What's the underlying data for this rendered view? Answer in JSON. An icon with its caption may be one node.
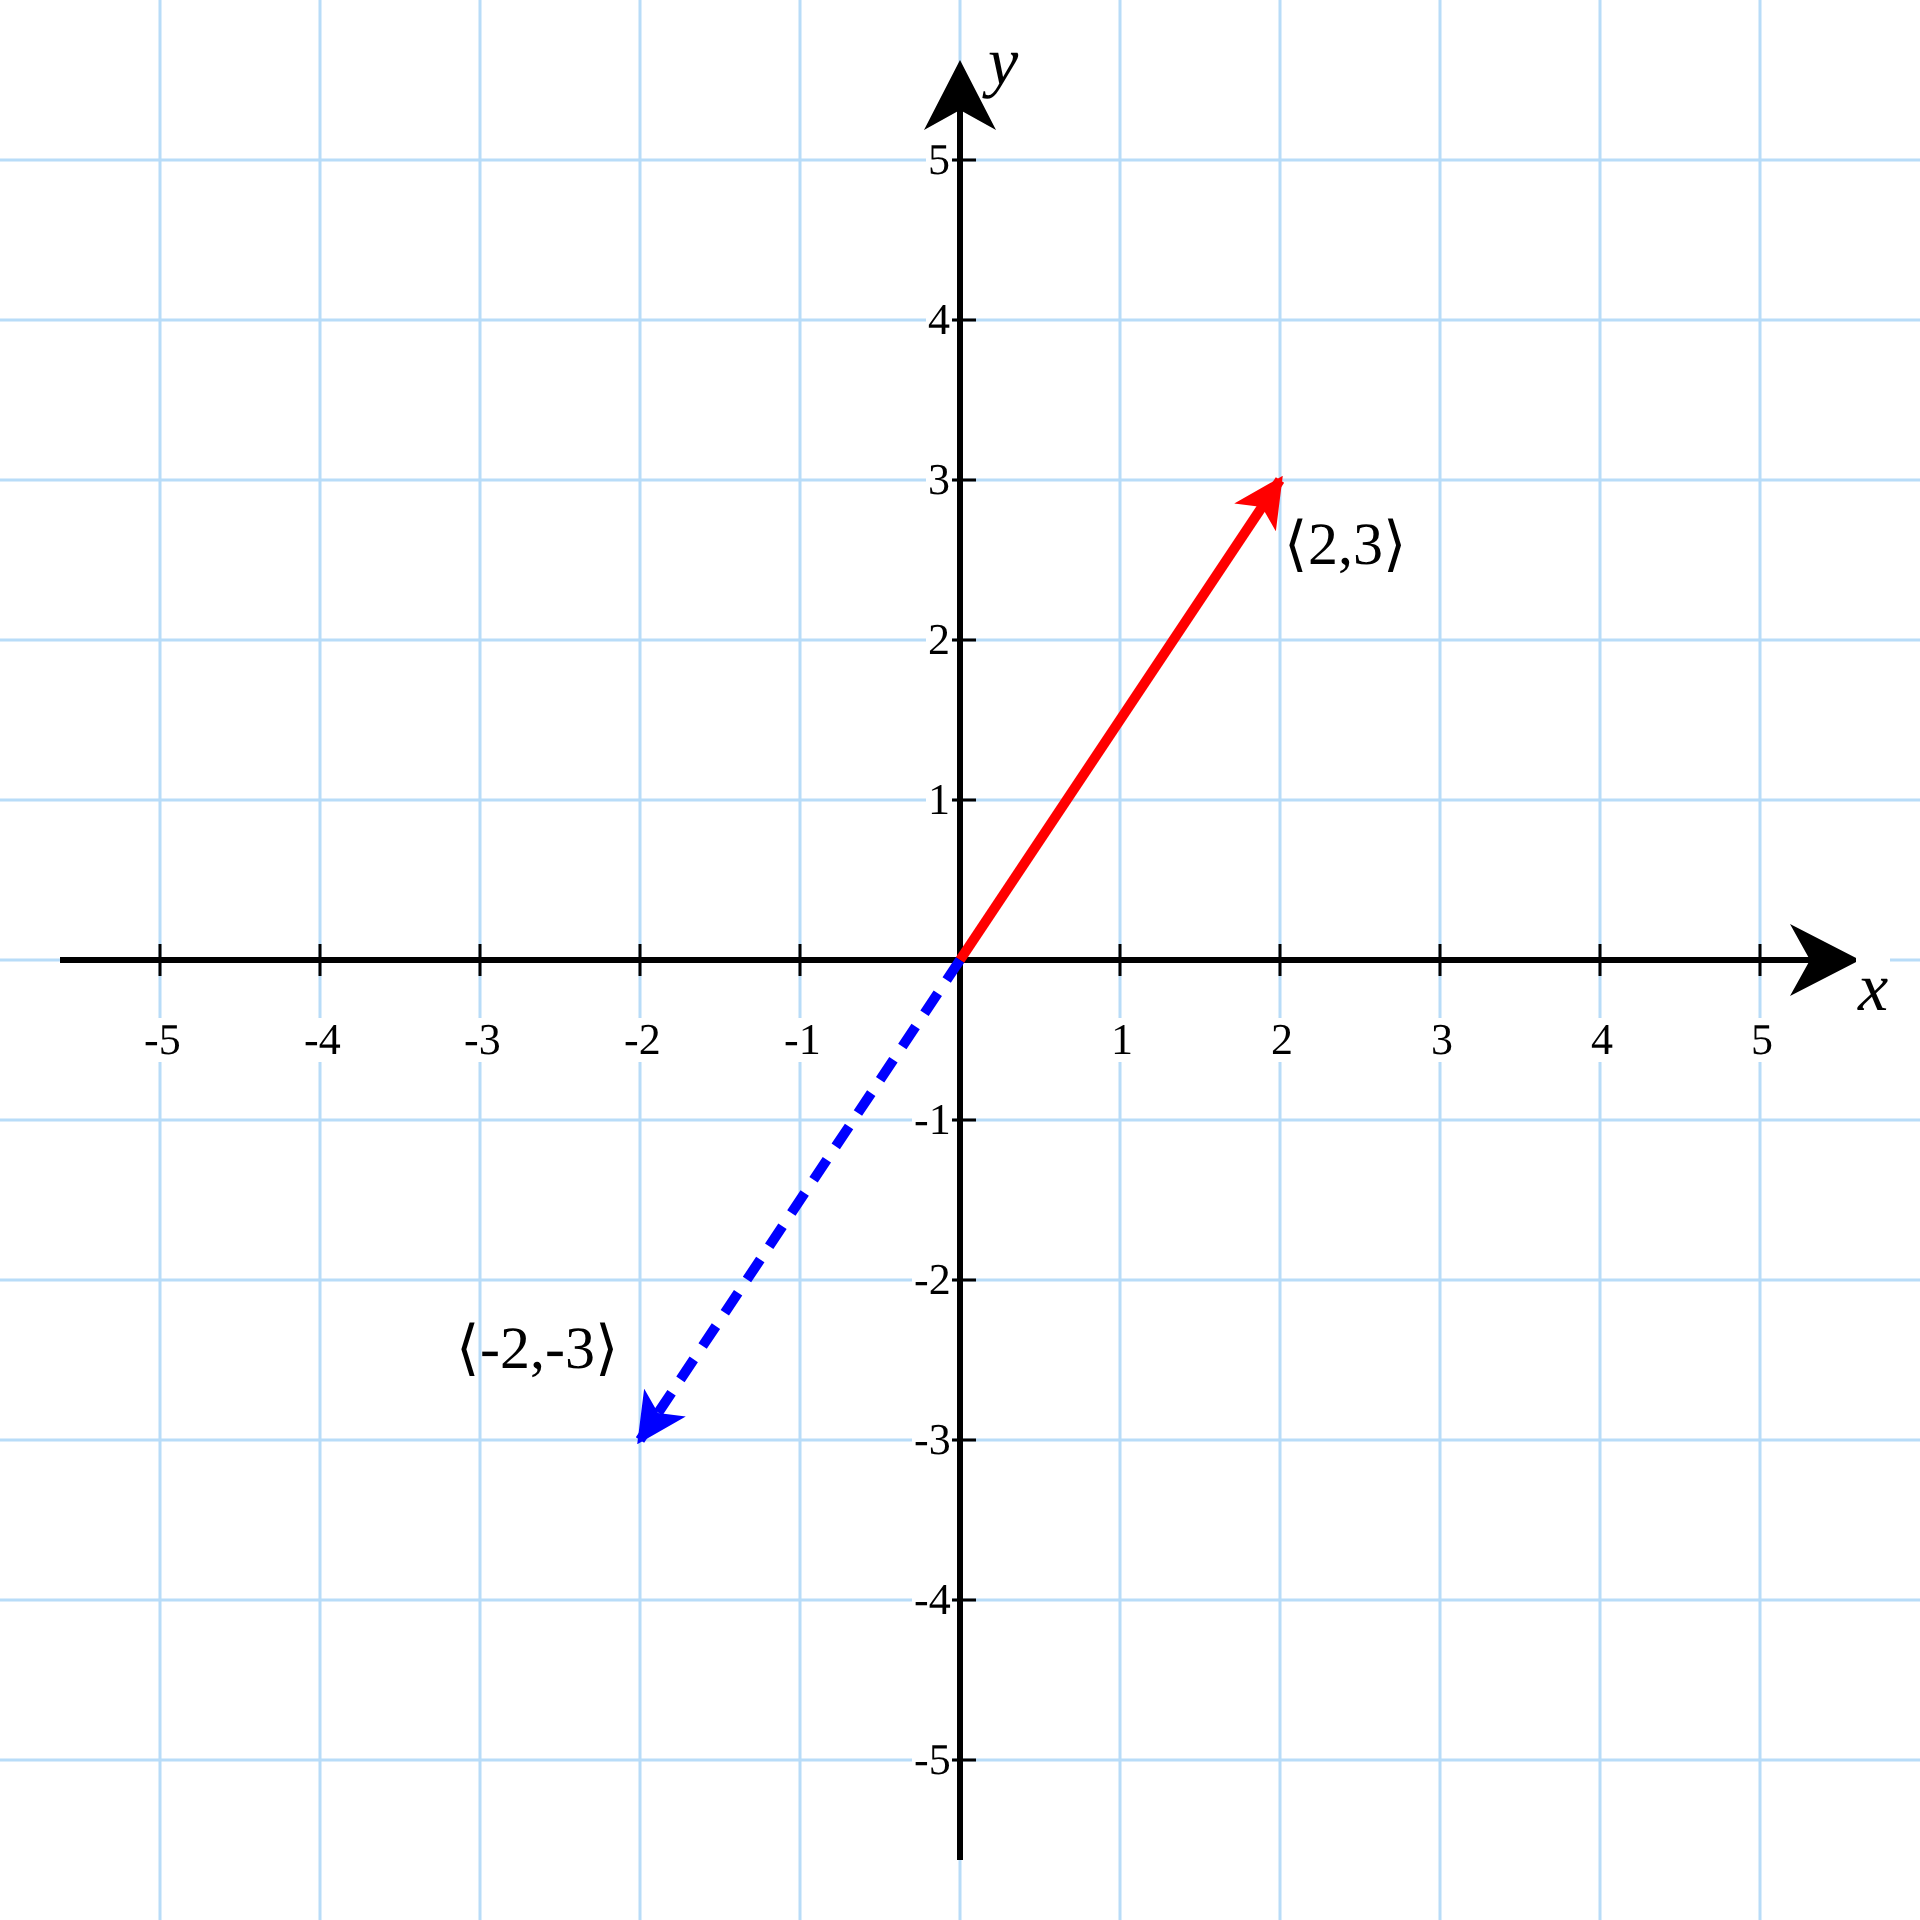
{
  "diagram": {
    "nodes": [
      {
        "text": [
          "⟨2,3⟩"
        ]
      },
      {
        "text": [
          "⟨-2,-3⟩"
        ]
      }
    ],
    "edges": [
      {
        "from": null,
        "to": 0,
        "arrow": "to",
        "color": "#ff0000"
      },
      {
        "from": null,
        "to": 1,
        "arrow": "to",
        "style": "dashed",
        "color": "#0000ff"
      }
    ],
    "labels": [
      "y",
      "5",
      "4",
      "3",
      "2",
      "1",
      "x",
      "-5",
      "-4",
      "-3",
      "-2",
      "-1",
      "1",
      "2",
      "3",
      "4",
      "5",
      "-1",
      "-2",
      "-3",
      "-4",
      "-5"
    ]
  }
}
